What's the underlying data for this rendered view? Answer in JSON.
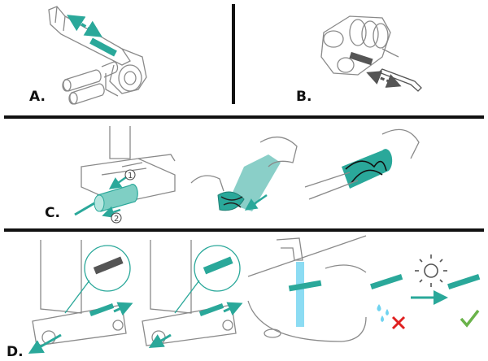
{
  "panels": {
    "a": {
      "label": "A."
    },
    "b": {
      "label": "B."
    },
    "c": {
      "label": "C.",
      "step_1": "1",
      "step_2": "2"
    },
    "d": {
      "label": "D."
    }
  },
  "colors": {
    "accent_teal": "#2aa89a",
    "teal_dark": "#1e7f74",
    "line_gray": "#8a8a8a",
    "dark_gray": "#555555",
    "water_blue": "#6fd3f0",
    "red_x": "#e02020",
    "green_check": "#6ab34a"
  },
  "icons": [
    "double-arrow-icon",
    "sun-icon",
    "water-drops-icon",
    "cross-icon",
    "check-icon"
  ]
}
